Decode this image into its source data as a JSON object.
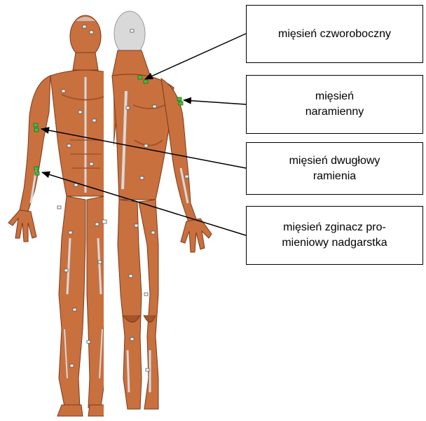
{
  "diagram": {
    "colors": {
      "muscle": "#c9703f",
      "muscle_dark": "#a4532a",
      "tendon": "#d9d9d9",
      "outline": "#7a3a1a",
      "marker_green": "#3fbf3f",
      "marker_empty": "#ffffff",
      "line": "#000000"
    },
    "labels": [
      {
        "text": "mięsień czworoboczny",
        "target": "trapezius-marker"
      },
      {
        "text": "mięsień\nnaramienny",
        "target": "deltoid-marker"
      },
      {
        "text": "mięsień dwugłowy\nramienia",
        "target": "biceps-marker"
      },
      {
        "text": "mięsień zginacz pro-\nmieniowy nadgarstka",
        "target": "flexor-marker"
      }
    ]
  }
}
